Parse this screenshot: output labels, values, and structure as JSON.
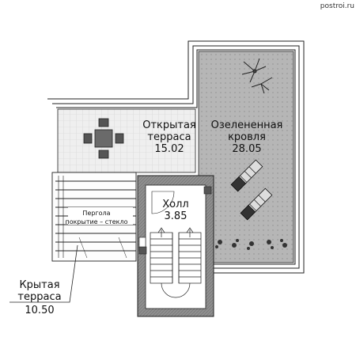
{
  "watermark": "postroi.ru",
  "rooms": {
    "open_terrace": {
      "name_line1": "Открытая",
      "name_line2": "терраса",
      "area": "15.02"
    },
    "green_roof": {
      "name_line1": "Озелененная",
      "name_line2": "кровля",
      "area": "28.05"
    },
    "hall": {
      "name": "Холл",
      "area": "3.85"
    },
    "covered_terrace": {
      "name_line1": "Крытая",
      "name_line2": "терраса",
      "area": "10.50"
    }
  },
  "pergola": {
    "title": "Пергола",
    "note": "покрытие – стекло"
  },
  "colors": {
    "green_roof_fill": "#b4b4b4",
    "terrace_tile": "#efefef",
    "stair_wall": "#8f8f8f",
    "line": "#222222"
  }
}
